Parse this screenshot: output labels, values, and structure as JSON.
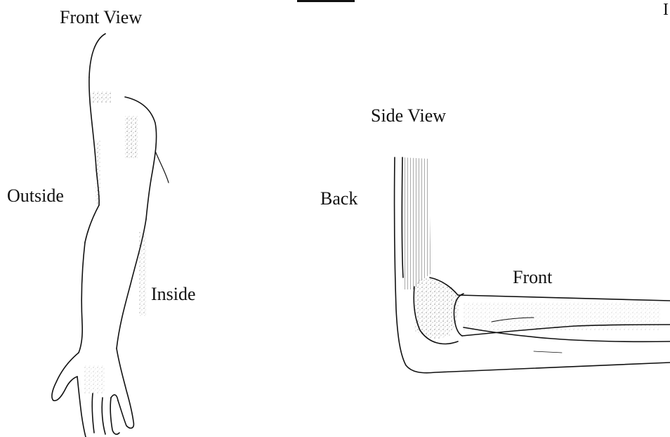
{
  "labels": {
    "front_view": "Front View",
    "side_view": "Side View",
    "outside": "Outside",
    "inside": "Inside",
    "back": "Back",
    "front": "Front",
    "edge": "I"
  },
  "colors": {
    "ink": "#111111",
    "shade": "#555555",
    "paper": "#ffffff"
  }
}
